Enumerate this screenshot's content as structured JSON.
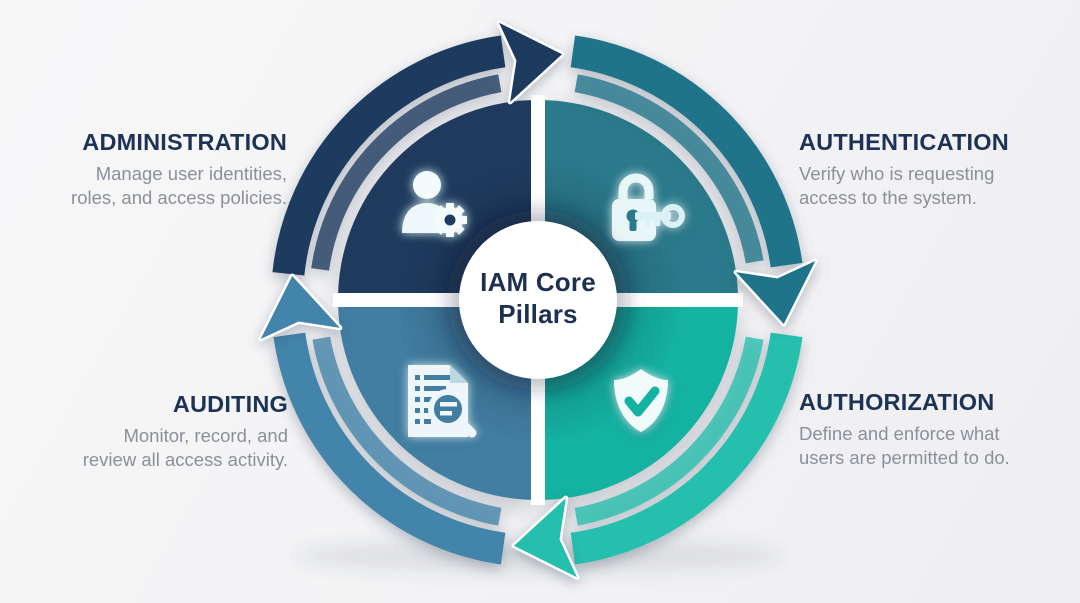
{
  "center": {
    "title_line1": "IAM Core",
    "title_line2": "Pillars"
  },
  "flow_direction": "clockwise",
  "pillars": [
    {
      "name": "Administration",
      "label": "ADMINISTRATION",
      "description_line1": "Manage user identities,",
      "description_line2": "roles, and access policies.",
      "icon": "user-gear-icon",
      "position": "top-left",
      "quadrant_color": "#1f3b5e",
      "arc_color": "#1d3a5f"
    },
    {
      "name": "Authentication",
      "label": "AUTHENTICATION",
      "description_line1": "Verify who is requesting",
      "description_line2": "access to the system.",
      "icon": "lock-key-icon",
      "position": "top-right",
      "quadrant_color": "#2a7a8b",
      "arc_color": "#20748a"
    },
    {
      "name": "Authorization",
      "label": "AUTHORIZATION",
      "description_line1": "Define and enforce what",
      "description_line2": "users are permitted to do.",
      "icon": "shield-check-icon",
      "position": "bottom-right",
      "quadrant_color": "#14b2a1",
      "arc_color": "#25bfad"
    },
    {
      "name": "Auditing",
      "label": "AUDITING",
      "description_line1": "Monitor, record, and",
      "description_line2": "review all access activity.",
      "icon": "document-search-icon",
      "position": "bottom-left",
      "quadrant_color": "#417ea2",
      "arc_color": "#4384ab"
    }
  ],
  "colors": {
    "background": "#f4f4f6",
    "title_text": "#1c3355",
    "description_text": "#8b9099",
    "center_text": "#1e3050",
    "center_circle": "#ffffff"
  }
}
